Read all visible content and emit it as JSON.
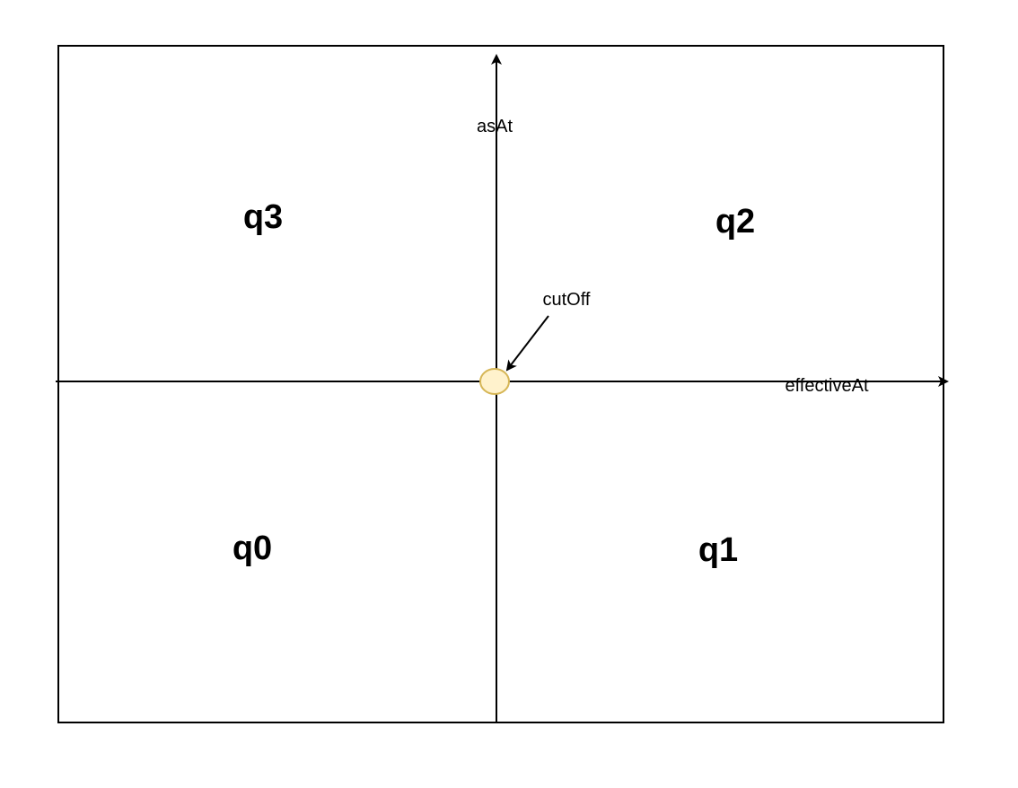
{
  "diagram": {
    "y_axis_label": "asAt",
    "x_axis_label": "effectiveAt",
    "origin_label": "cutOff",
    "quadrants": {
      "q0": "q0",
      "q1": "q1",
      "q2": "q2",
      "q3": "q3"
    }
  },
  "colors": {
    "line": "#000000",
    "origin_fill": "#fff2cc",
    "origin_stroke": "#d6b656"
  }
}
